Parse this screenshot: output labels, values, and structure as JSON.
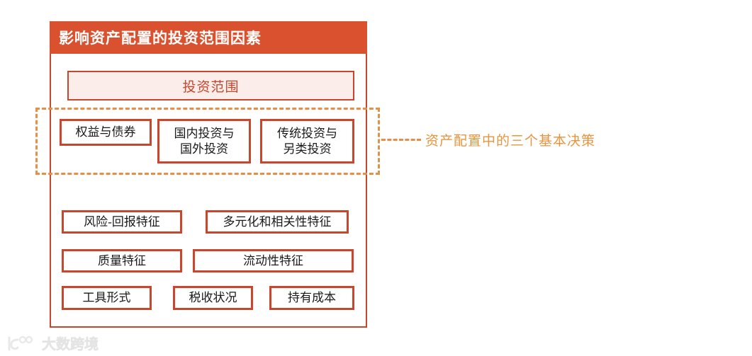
{
  "card": {
    "title": "影响资产配置的投资范围因素",
    "scope_label": "投资范围",
    "decision_boxes": [
      {
        "line1": "权益与债券",
        "line2": ""
      },
      {
        "line1": "国内投资与",
        "line2": "国外投资"
      },
      {
        "line1": "传统投资与",
        "line2": "另类投资"
      }
    ],
    "feature_boxes": [
      "风险-回报特征",
      "多元化和相关性特征",
      "质量特征",
      "流动性特征",
      "工具形式",
      "税收状况",
      "持有成本"
    ]
  },
  "callout": {
    "label": "资产配置中的三个基本决策"
  },
  "watermark": {
    "text": "大数跨境",
    "logo_icon": "kuajing-logo-icon"
  },
  "colors": {
    "brand_red": "#D9512E",
    "border_red": "#C9452B",
    "scope_fill": "#FBEDEA",
    "dashed_orange": "#E2914A",
    "callout_text": "#E8943F",
    "watermark_gray": "#D8D8D8"
  }
}
